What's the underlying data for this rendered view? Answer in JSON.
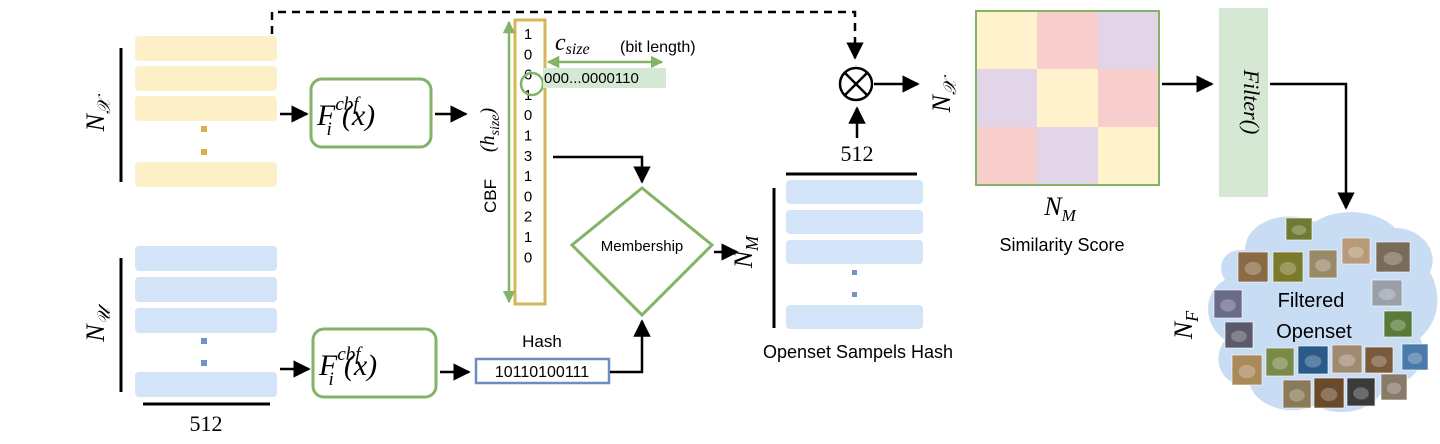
{
  "colors": {
    "yellow_bar": "#fdefc8",
    "yellow_dots": "#d9b04a",
    "blue_bar": "#d3e3f8",
    "blue_dots": "#6f94c8",
    "green": "#82b366",
    "cbf_border": "#d6b656",
    "hash_border": "#6c8ebf",
    "filter_fill": "#d5e8d4",
    "code_fill": "#d5e8d4",
    "cloud_fill": "#c8dcf3",
    "matrix": [
      "#fff2cc",
      "#f8cecc",
      "#e1d5e7",
      "#e1d5e7",
      "#fff2cc",
      "#f8cecc",
      "#f8cecc",
      "#e1d5e7",
      "#fff2cc"
    ]
  },
  "labels": {
    "n_x": "N",
    "n_x_sub": "𝒳",
    "n_u": "N",
    "n_u_sub": "𝒰",
    "dim_bottom": "512",
    "func_main": "F",
    "func_sup": "cbf",
    "func_sub": "i",
    "func_arg": "(x)",
    "cbf_label": "CBF",
    "h_size": "(h",
    "h_size_sub": "size",
    "h_size_close": ")",
    "c_size": "c",
    "c_size_sub": "size",
    "bit_length": "(bit length)",
    "code": "000...0000110",
    "membership": "Membership",
    "hash_title": "Hash",
    "hash_value": "10110100111",
    "n_m": "N",
    "n_m_sub": "M",
    "dim_512_mid": "512",
    "openset_label": "Openset Sampels Hash",
    "matrix_nx": "N",
    "matrix_nx_sub": "𝒳",
    "matrix_nm": "N",
    "matrix_nm_sub": "M",
    "similarity": "Similarity Score",
    "filter": "Filter()",
    "n_f": "N",
    "n_f_sub": "F",
    "filtered_line1": "Filtered",
    "filtered_line2": "Openset"
  },
  "cbf_values": [
    "1",
    "0",
    "6",
    "1",
    "0",
    "1",
    "3",
    "1",
    "0",
    "2",
    "1",
    "0"
  ],
  "thumbnails": [
    {
      "name": "thumb-fish",
      "color": "#6f7a35"
    },
    {
      "name": "thumb-deer-1",
      "color": "#8a6a44"
    },
    {
      "name": "thumb-frog",
      "color": "#7a7a2a"
    },
    {
      "name": "thumb-dog-1",
      "color": "#9a8a6a"
    },
    {
      "name": "thumb-horse-1",
      "color": "#b89a7a"
    },
    {
      "name": "thumb-truck-1",
      "color": "#7a6a5a"
    },
    {
      "name": "thumb-bird-1",
      "color": "#6a6a8a"
    },
    {
      "name": "thumb-car-1",
      "color": "#9aa0aa"
    },
    {
      "name": "thumb-cat-1",
      "color": "#5a5a6a"
    },
    {
      "name": "thumb-frog-2",
      "color": "#5a7a3a"
    },
    {
      "name": "thumb-horse-2",
      "color": "#aa8a5a"
    },
    {
      "name": "thumb-frog-3",
      "color": "#7a8a4a"
    },
    {
      "name": "thumb-ship-1",
      "color": "#2a5a8a"
    },
    {
      "name": "thumb-dog-2",
      "color": "#a08a70"
    },
    {
      "name": "thumb-dog-3",
      "color": "#7a5a3a"
    },
    {
      "name": "thumb-ship-2",
      "color": "#4a7aaa"
    },
    {
      "name": "thumb-dog-4",
      "color": "#8a7a5a"
    },
    {
      "name": "thumb-dog-5",
      "color": "#6a4a2a"
    },
    {
      "name": "thumb-dog-6",
      "color": "#3a3a3a"
    },
    {
      "name": "thumb-cat-2",
      "color": "#8a7a6a"
    },
    {
      "name": "thumb-bird-2",
      "color": "#6a7a5a"
    }
  ]
}
